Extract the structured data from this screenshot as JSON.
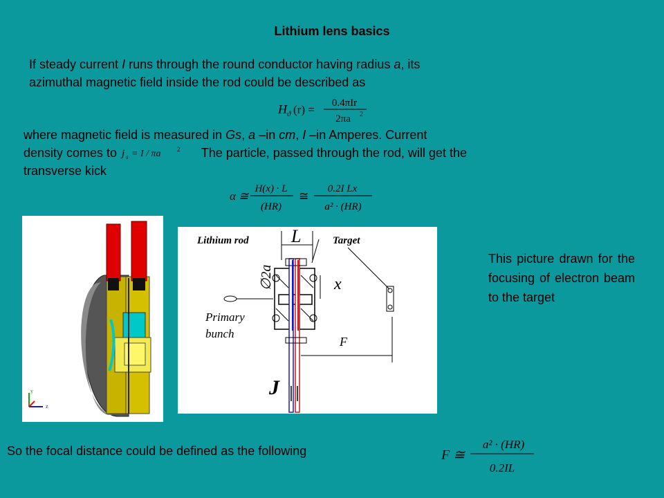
{
  "title": "Lithium lens basics",
  "intro": {
    "part1": "If steady current ",
    "I": "I",
    "part2": " runs through the round conductor having radius ",
    "a": "a",
    "part3": ", its",
    "line2": "azimuthal magnetic field inside the rod could be described as"
  },
  "units": {
    "l1_a": "where magnetic field is measured in ",
    "Gs": "Gs",
    "l1_b": ", ",
    "a": "a",
    "l1_c": " –in  ",
    "cm": "cm",
    "l1_d": ", ",
    "I": "I",
    "l1_e": "   –in Amperes.  Current",
    "l2_a": "density comes to ",
    "l2_b": " The particle, passed through the rod, will get the",
    "l3": "transverse kick"
  },
  "side_text": "This picture drawn for the focusing of electron beam to the target",
  "bottom_text": "So the focal distance could be defined as the following",
  "equations": {
    "field": {
      "lhs": "H",
      "sub": "ϑ",
      "arg": "(r) =",
      "num": "0.4πIr",
      "den": "2πa",
      "den_exp": "2"
    },
    "density": {
      "j": "j",
      "sub": "s",
      "rest": "= I / πa",
      "exp": "2"
    },
    "kick": {
      "lhs": "α ≅",
      "num1": "H(x) · L",
      "den1": "(HR)",
      "mid": "≅",
      "num2": "0.2I Lx",
      "den2": "a² · (HR)"
    },
    "focal": {
      "lhs": "F ≅",
      "num": "a² · (HR)",
      "den": "0.2IL"
    }
  },
  "diagram": {
    "lithium_rod": "Lithium rod",
    "target": "Target",
    "L": "L",
    "diameter": "∅2a",
    "x": "x",
    "primary": "Primary",
    "bunch": "bunch",
    "F": "F",
    "J": "J"
  },
  "axes_labels": {
    "y": "y",
    "z": "z"
  }
}
